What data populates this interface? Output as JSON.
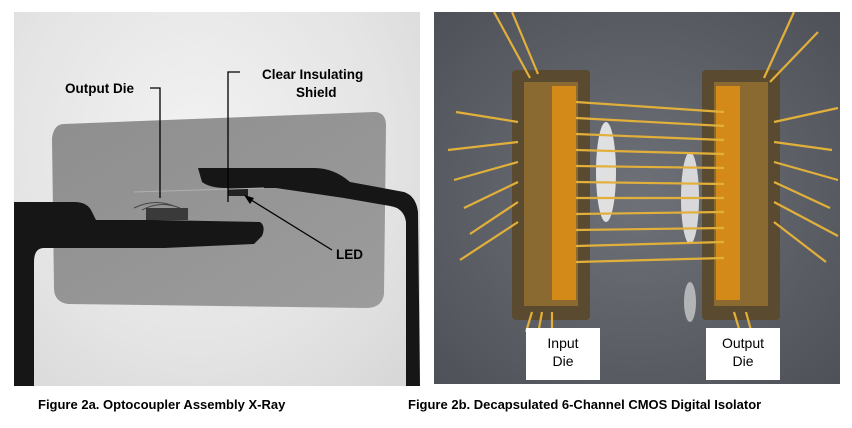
{
  "figure_a": {
    "labels": {
      "output_die": "Output Die",
      "shield_line1": "Clear Insulating",
      "shield_line2": "Shield",
      "led": "LED"
    },
    "caption": "Figure 2a.  Optocoupler Assembly X-Ray"
  },
  "figure_b": {
    "labels": {
      "input_line1": "Input",
      "input_line2": "Die",
      "output_line1": "Output",
      "output_line2": "Die"
    },
    "caption": "Figure 2b.  Decapsulated 6-Channel CMOS Digital Isolator"
  }
}
